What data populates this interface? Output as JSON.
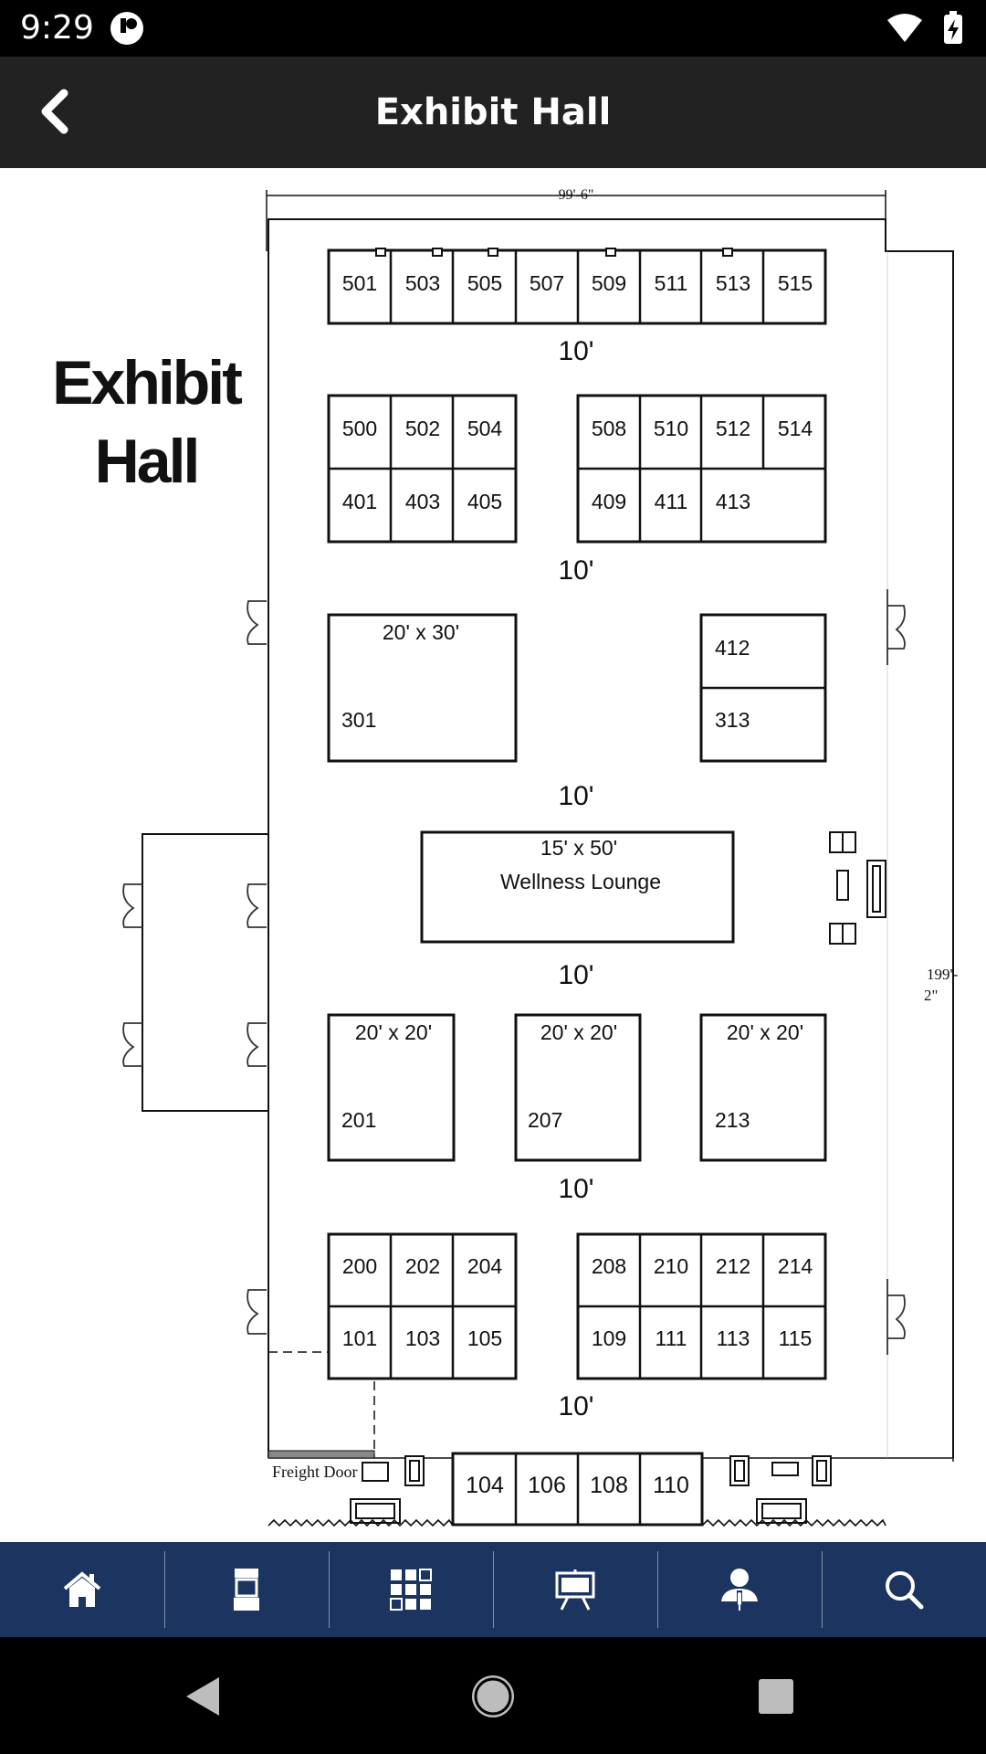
{
  "status_bar": {
    "time": "9:29"
  },
  "app_bar": {
    "title": "Exhibit Hall"
  },
  "map": {
    "heading": [
      "Exhibit",
      "Hall"
    ],
    "width_dim": "99'-6\"",
    "height_dim": [
      "199'-",
      "2\""
    ],
    "freight_door": "Freight Door",
    "aisle_label": "10'",
    "booths": {
      "row500_top": [
        "501",
        "503",
        "505",
        "507",
        "509",
        "511",
        "513",
        "515"
      ],
      "block_left_top": [
        "500",
        "502",
        "504"
      ],
      "block_left_bottom": [
        "401",
        "403",
        "405"
      ],
      "block_right_top": [
        "508",
        "510",
        "512",
        "514"
      ],
      "block_right_bottom": [
        "409",
        "411",
        "413"
      ],
      "booth_301_size": "20' x 30'",
      "booth_301": "301",
      "booth_412": "412",
      "booth_313": "313",
      "lounge_size": "15' x 50'",
      "lounge_name": "Wellness Lounge",
      "island_size": "20' x 20'",
      "booth_201": "201",
      "booth_207": "207",
      "booth_213": "213",
      "block2_left_top": [
        "200",
        "202",
        "204"
      ],
      "block2_left_bottom": [
        "101",
        "103",
        "105"
      ],
      "block2_right_top": [
        "208",
        "210",
        "212",
        "214"
      ],
      "block2_right_bottom": [
        "109",
        "111",
        "113",
        "115"
      ],
      "bottom_row": [
        "104",
        "106",
        "108",
        "110"
      ]
    }
  },
  "bottom_nav": {
    "items": [
      "home-icon",
      "phone-icon",
      "grid-icon",
      "presentation-icon",
      "speaker-icon",
      "search-icon"
    ]
  },
  "colors": {
    "nav_bg": "#1c3460",
    "app_bar_bg": "#222222",
    "status_bg": "#000000"
  }
}
